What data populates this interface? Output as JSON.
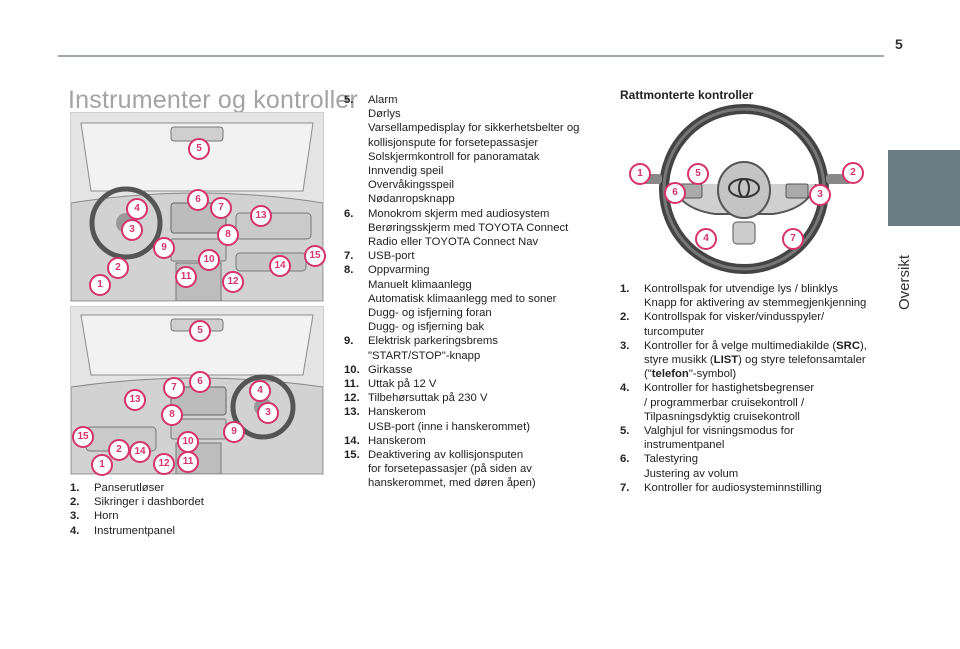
{
  "page": {
    "number": "5",
    "side_tab": "Oversikt"
  },
  "title": "Instrumenter og kontroller",
  "callouts": {
    "dash1": [
      "5",
      "6",
      "7",
      "13",
      "4",
      "3",
      "8",
      "9",
      "10",
      "15",
      "2",
      "11",
      "12",
      "14",
      "1"
    ],
    "dash2": [
      "5",
      "7",
      "6",
      "4",
      "13",
      "3",
      "8",
      "9",
      "15",
      "10",
      "2",
      "14",
      "11",
      "1",
      "12"
    ],
    "wheel": [
      "1",
      "5",
      "2",
      "6",
      "3",
      "4",
      "7"
    ]
  },
  "left_list": [
    {
      "num": "1.",
      "lines": [
        "Panserutløser"
      ]
    },
    {
      "num": "2.",
      "lines": [
        "Sikringer i dashbordet"
      ]
    },
    {
      "num": "3.",
      "lines": [
        "Horn"
      ]
    },
    {
      "num": "4.",
      "lines": [
        "Instrumentpanel"
      ]
    }
  ],
  "middle_list": [
    {
      "num": "5.",
      "lines": [
        "Alarm",
        "Dørlys",
        "Varsellampedisplay for sikkerhetsbelter og",
        "kollisjonspute for forsetepassasjer",
        "Solskjermkontroll for panoramatak",
        "Innvendig speil",
        "Overvåkingsspeil",
        "Nødanropsknapp"
      ]
    },
    {
      "num": "6.",
      "lines": [
        "Monokrom skjerm med audiosystem",
        "Berøringsskjerm med TOYOTA Connect",
        "Radio eller TOYOTA Connect Nav"
      ]
    },
    {
      "num": "7.",
      "lines": [
        "USB-port"
      ]
    },
    {
      "num": "8.",
      "lines": [
        "Oppvarming",
        "Manuelt klimaanlegg",
        "Automatisk klimaanlegg med to soner",
        "Dugg- og isfjerning foran",
        "Dugg- og isfjerning bak"
      ]
    },
    {
      "num": "9.",
      "lines": [
        "Elektrisk parkeringsbrems",
        "\"START/STOP\"-knapp"
      ]
    },
    {
      "num": "10.",
      "lines": [
        "Girkasse"
      ]
    },
    {
      "num": "11.",
      "lines": [
        "Uttak på 12 V"
      ]
    },
    {
      "num": "12.",
      "lines": [
        "Tilbehørsuttak på 230 V"
      ]
    },
    {
      "num": "13.",
      "lines": [
        "Hanskerom",
        "USB-port (inne i hanskerommet)"
      ]
    },
    {
      "num": "14.",
      "lines": [
        "Hanskerom"
      ]
    },
    {
      "num": "15.",
      "lines": [
        "Deaktivering av kollisjonsputen",
        "for forsetepassasjer (på siden av",
        "hanskerommet, med døren åpen)"
      ]
    }
  ],
  "wheel_section": {
    "title": "Rattmonterte kontroller",
    "items": [
      {
        "num": "1.",
        "lines": [
          "Kontrollspak for utvendige lys / blinklys",
          "Knapp for aktivering av stemmegjenkjenning"
        ]
      },
      {
        "num": "2.",
        "lines": [
          "Kontrollspak for visker/vindusspyler/",
          "turcomputer"
        ]
      },
      {
        "num": "3.",
        "lines": [
          "Kontroller for å velge multimediakilde (SRC),",
          "styre musikk (LIST) og styre telefonsamtaler",
          "(\"telefon\"-symbol)"
        ]
      },
      {
        "num": "4.",
        "lines": [
          "Kontroller for hastighetsbegrenser",
          "/ programmerbar cruisekontroll /",
          "Tilpasningsdyktig cruisekontroll"
        ]
      },
      {
        "num": "5.",
        "lines": [
          "Valghjul for visningsmodus for",
          "instrumentpanel"
        ]
      },
      {
        "num": "6.",
        "lines": [
          "Talestyring",
          "Justering av volum"
        ]
      },
      {
        "num": "7.",
        "lines": [
          "Kontroller for audiosysteminnstilling"
        ]
      }
    ]
  },
  "colors": {
    "callout": "#d6336c",
    "tab": "#6a7c84",
    "rule": "#9fa7ad"
  }
}
